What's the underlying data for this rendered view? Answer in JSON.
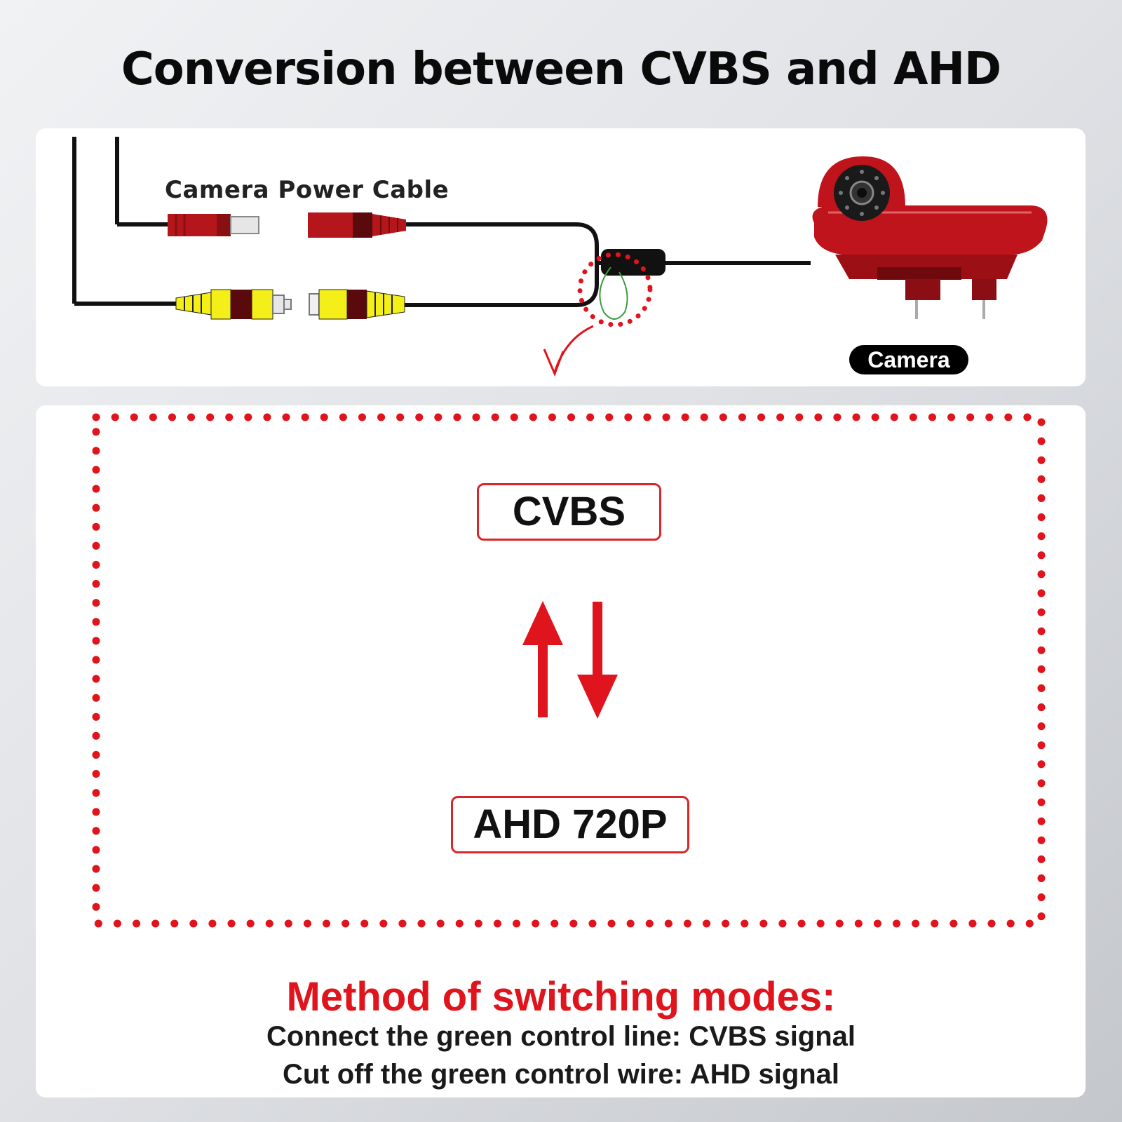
{
  "title": "Conversion between CVBS and AHD",
  "diagram": {
    "cable_label": "Camera Power Cable",
    "camera_label": "Camera"
  },
  "modes": {
    "top": "CVBS",
    "bottom": "AHD 720P"
  },
  "method": {
    "heading": "Method of switching modes:",
    "line1": "Connect the green control line: CVBS signal",
    "line2": "Cut off the green control wire: AHD signal"
  },
  "colors": {
    "accent_red": "#e0141c",
    "connector_red": "#b5161b",
    "connector_yellow": "#f4ef18",
    "camera_red": "#c0141c",
    "control_line_green": "#3d9b3d"
  }
}
